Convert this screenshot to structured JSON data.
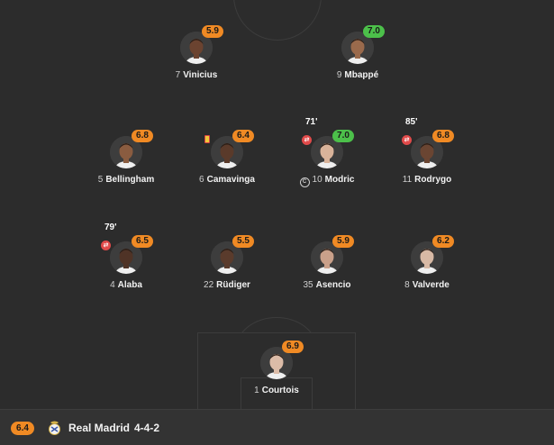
{
  "team": {
    "rating": "6.4",
    "name": "Real Madrid",
    "formation": "4-4-2",
    "crest_icon": "real-madrid-crest-icon"
  },
  "colors": {
    "rating_orange": "#f08a24",
    "rating_green": "#4cc04a",
    "sub_red": "#e04a4a",
    "background": "#2c2c2c"
  },
  "players": {
    "vinicius": {
      "num": "7",
      "name": "Vinicius",
      "rating": "5.9",
      "skin": "#6b4330"
    },
    "mbappe": {
      "num": "9",
      "name": "Mbappé",
      "rating": "7.0",
      "skin": "#9a6a4c"
    },
    "bellingham": {
      "num": "5",
      "name": "Bellingham",
      "rating": "6.8",
      "skin": "#8a5c40"
    },
    "camavinga": {
      "num": "6",
      "name": "Camavinga",
      "rating": "6.4",
      "skin": "#5a3a2a"
    },
    "modric": {
      "num": "10",
      "name": "Modric",
      "rating": "7.0",
      "sub_time": "71'",
      "skin": "#d9b39a"
    },
    "rodrygo": {
      "num": "11",
      "name": "Rodrygo",
      "rating": "6.8",
      "sub_time": "85'",
      "skin": "#6a4532"
    },
    "alaba": {
      "num": "4",
      "name": "Alaba",
      "rating": "6.5",
      "sub_time": "79'",
      "skin": "#4f3326"
    },
    "rudiger": {
      "num": "22",
      "name": "Rüdiger",
      "rating": "5.5",
      "skin": "#5a3b2c"
    },
    "asencio": {
      "num": "35",
      "name": "Asencio",
      "rating": "5.9",
      "skin": "#c9a08a"
    },
    "valverde": {
      "num": "8",
      "name": "Valverde",
      "rating": "6.2",
      "skin": "#d7b9a5"
    },
    "courtois": {
      "num": "1",
      "name": "Courtois",
      "rating": "6.9",
      "skin": "#dcbca8"
    }
  }
}
